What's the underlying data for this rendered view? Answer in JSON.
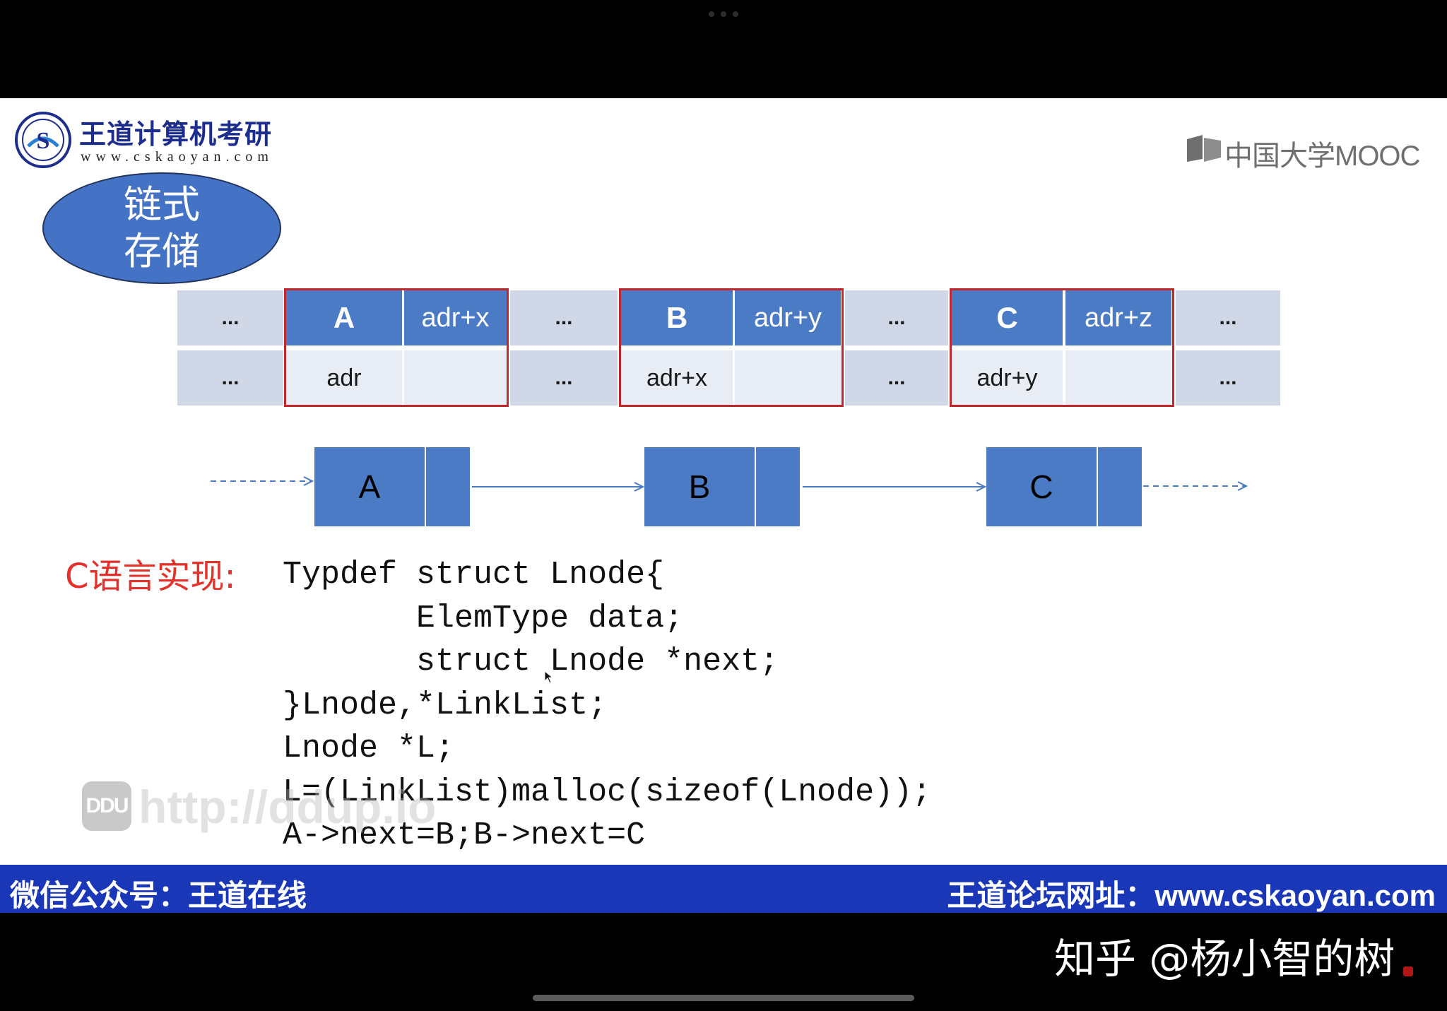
{
  "slide": {
    "logo": {
      "name": "王道计算机考研",
      "url": "www.cskaoyan.com",
      "seal_icon": "wangdao-seal-icon"
    },
    "platform": {
      "name": "中国大学MOOC",
      "icon": "mooc-logo-icon"
    },
    "topic": {
      "line1": "链式",
      "line2": "存储"
    },
    "memory_table": {
      "row1": [
        "...",
        "A",
        "adr+x",
        "...",
        "B",
        "adr+y",
        "...",
        "C",
        "adr+z",
        "..."
      ],
      "row2": [
        "...",
        "adr",
        "",
        "...",
        "adr+x",
        "",
        "...",
        "adr+y",
        "",
        "..."
      ]
    },
    "diagram": {
      "nodes": [
        "A",
        "B",
        "C"
      ]
    },
    "c_label": "C语言实现:",
    "code": [
      "Typdef struct Lnode{",
      "       ElemType data;",
      "       struct Lnode *next;",
      "}Lnode,*LinkList;",
      "Lnode *L;",
      "L=(LinkList)malloc(sizeof(Lnode));",
      "A->next=B;B->next=C"
    ],
    "watermark": {
      "badge": "DDU",
      "url": "http://ddup.io"
    },
    "footer": {
      "left": "微信公众号：王道在线",
      "right": "王道论坛网址：www.cskaoyan.com"
    }
  },
  "overlay": {
    "zhihu_watermark": "知乎 @杨小智的树"
  },
  "colors": {
    "node_blue": "#4a7bc4",
    "highlight_red": "#c0282d",
    "footer_blue": "#1a37b8",
    "label_red": "#e3322b"
  }
}
